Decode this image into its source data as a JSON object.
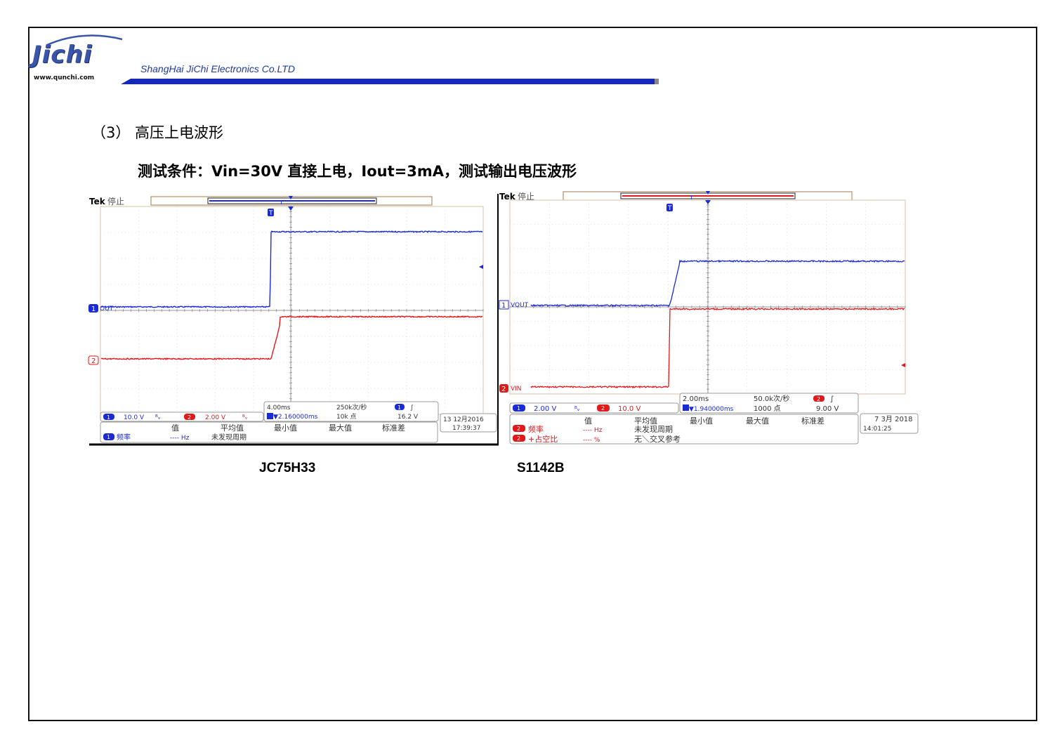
{
  "header": {
    "logo_text": "Jichi",
    "logo_url": "www.qunchi.com",
    "company": "ShangHai JiChi Electronics Co.LTD"
  },
  "section": {
    "title": "（3） 高压上电波形",
    "condition": "测试条件：Vin=30V 直接上电，Iout=3mA，测试输出电压波形"
  },
  "scope_left": {
    "brand": "Tek",
    "state": "停止",
    "ch1_label": "OUT",
    "ch1_num": "1",
    "ch2_num": "2",
    "ch1_scale": "10.0 V",
    "ch2_scale": "2.00 V",
    "timebase": "4.00ms",
    "sample_rate": "250k次/秒",
    "trig_pos": "▼2.160000ms",
    "points": "10k 点",
    "trig_level": "16.2 V",
    "date": "13 12月2016",
    "time": "17:39:37",
    "meas_headers": [
      "值",
      "平均值",
      "最小值",
      "最大值",
      "标准差"
    ],
    "meas_rows": [
      {
        "ch": "1",
        "name": "频率",
        "value": "---- Hz",
        "note": "未发现周期"
      }
    ],
    "colors": {
      "ch1": "#1a2ad6",
      "ch2": "#e0191b"
    },
    "caption": "JC75H33"
  },
  "scope_right": {
    "brand": "Tek",
    "state": "停止",
    "ch1_label": "VOUT",
    "ch2_label": "VIN",
    "ch1_num": "1",
    "ch2_num": "2",
    "ch1_scale": "2.00 V",
    "ch2_scale": "10.0 V",
    "timebase": "2.00ms",
    "sample_rate": "50.0k次/秒",
    "trig_pos": "▼1.940000ms",
    "points": "1000 点",
    "trig_level": "9.00 V",
    "date": "7 3月 2018",
    "time": "14:01:25",
    "meas_headers": [
      "值",
      "平均值",
      "最小值",
      "最大值",
      "标准差"
    ],
    "meas_rows": [
      {
        "ch": "2",
        "name": "频率",
        "value": "---- Hz",
        "note": "未发现周期"
      },
      {
        "ch": "2",
        "name": "+占空比",
        "value": "---- %",
        "note": "无＼交叉参考"
      }
    ],
    "colors": {
      "ch1": "#1a2ad6",
      "ch2": "#e0191b"
    },
    "caption": "S1142B"
  }
}
